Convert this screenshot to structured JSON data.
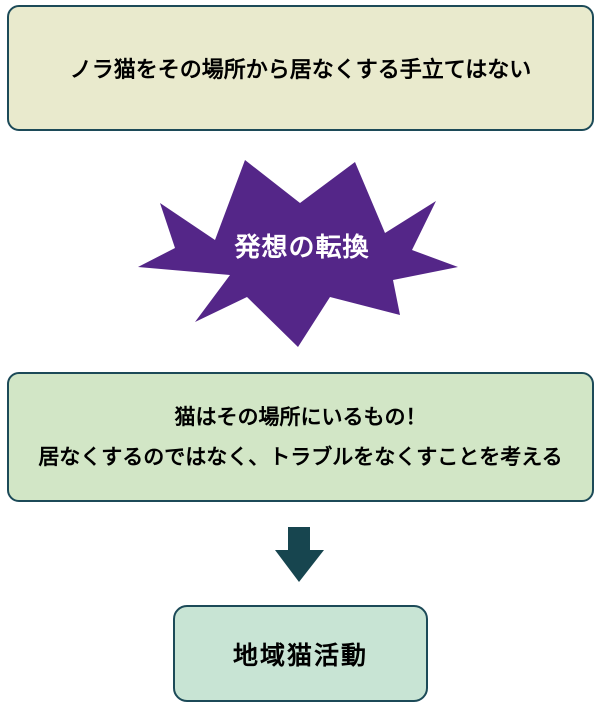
{
  "diagram": {
    "top_box": {
      "text": "ノラ猫をその場所から居なくする手立てはない"
    },
    "burst": {
      "text": "発想の転換"
    },
    "middle_box": {
      "line1": "猫はその場所にいるもの！",
      "line2": "居なくするのではなく、トラブルをなくすことを考える"
    },
    "bottom_box": {
      "text": "地域猫活動"
    },
    "colors": {
      "top_box_fill": "#E9EACD",
      "middle_box_fill": "#D2E6C6",
      "bottom_box_fill": "#C8E4D4",
      "box_border": "#1C4A58",
      "burst_fill": "#542688",
      "burst_text": "#FFFFFF",
      "arrow_fill": "#17454F",
      "body_text": "#000000",
      "background": "#FFFFFF"
    }
  }
}
